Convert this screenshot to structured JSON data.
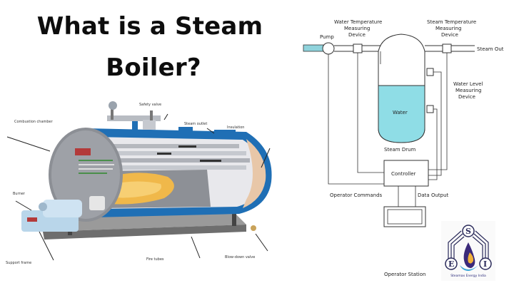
{
  "title": {
    "line1": "What is a Steam",
    "line2": "Boiler?"
  },
  "boiler_illustration": {
    "labels": [
      "Combustion chamber",
      "Safety valve",
      "Steam outlet",
      "Insulation",
      "Burner",
      "Blow-down valve",
      "Support frame",
      "Fire tubes"
    ]
  },
  "schematic": {
    "pump_label": "Pump",
    "water_sensor_label_1": "Water Temperature",
    "water_sensor_label_2": "Measuring",
    "water_sensor_label_3": "Device",
    "steam_sensor_label_1": "Steam Temperature",
    "steam_sensor_label_2": "Measuring",
    "steam_sensor_label_3": "Device",
    "steam_out_label": "Steam Out",
    "level_sensor_label_1": "Water Level",
    "level_sensor_label_2": "Measuring",
    "level_sensor_label_3": "Device",
    "water_label": "Water",
    "drum_label": "Steam Drum",
    "controller_label": "Controller",
    "operator_commands_label": "Operator Commands",
    "data_output_label": "Data Output",
    "operator_station_label": "Operator Station",
    "water_color": "#8fdde6",
    "pipe_inlet_color": "#8fd3dc"
  },
  "logo": {
    "letter_top": "S",
    "letter_left": "E",
    "letter_right": "I",
    "caption": "Steamax Energy India"
  }
}
